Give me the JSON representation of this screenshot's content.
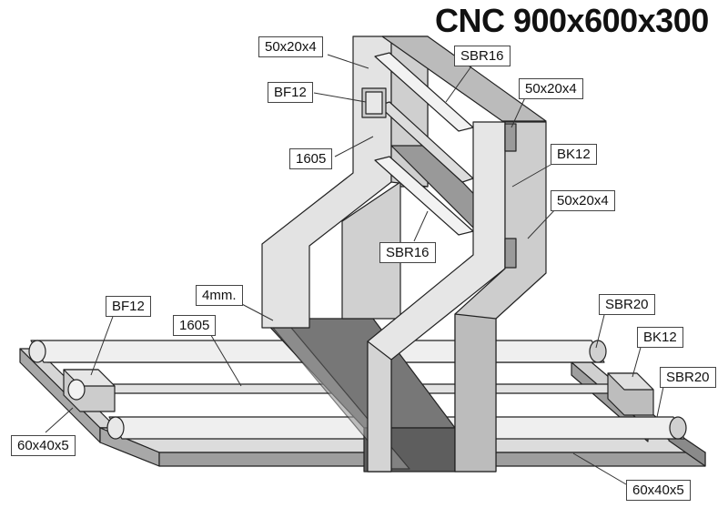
{
  "title": "CNC 900x600x300",
  "labels": {
    "gantry_post_top": "50x20x4",
    "bf12_upper": "BF12",
    "screw_1605_upper": "1605",
    "sbr16_upper": "SBR16",
    "post_50x20x4_b": "50x20x4",
    "bk12_upper": "BK12",
    "post_50x20x4_c": "50x20x4",
    "sbr16_lower": "SBR16",
    "plate_4mm": "4mm.",
    "bf12_lower": "BF12",
    "screw_1605_lower": "1605",
    "sbr20_upper": "SBR20",
    "bk12_lower": "BK12",
    "sbr20_lower": "SBR20",
    "base_60x40x5_left": "60x40x5",
    "base_60x40x5_right": "60x40x5"
  },
  "colors": {
    "tube_light": "#e4e4e4",
    "tube_mid": "#c8c8c8",
    "tube_dark": "#9a9a9a",
    "plate": "#7a7a7a",
    "outline": "#222222"
  }
}
